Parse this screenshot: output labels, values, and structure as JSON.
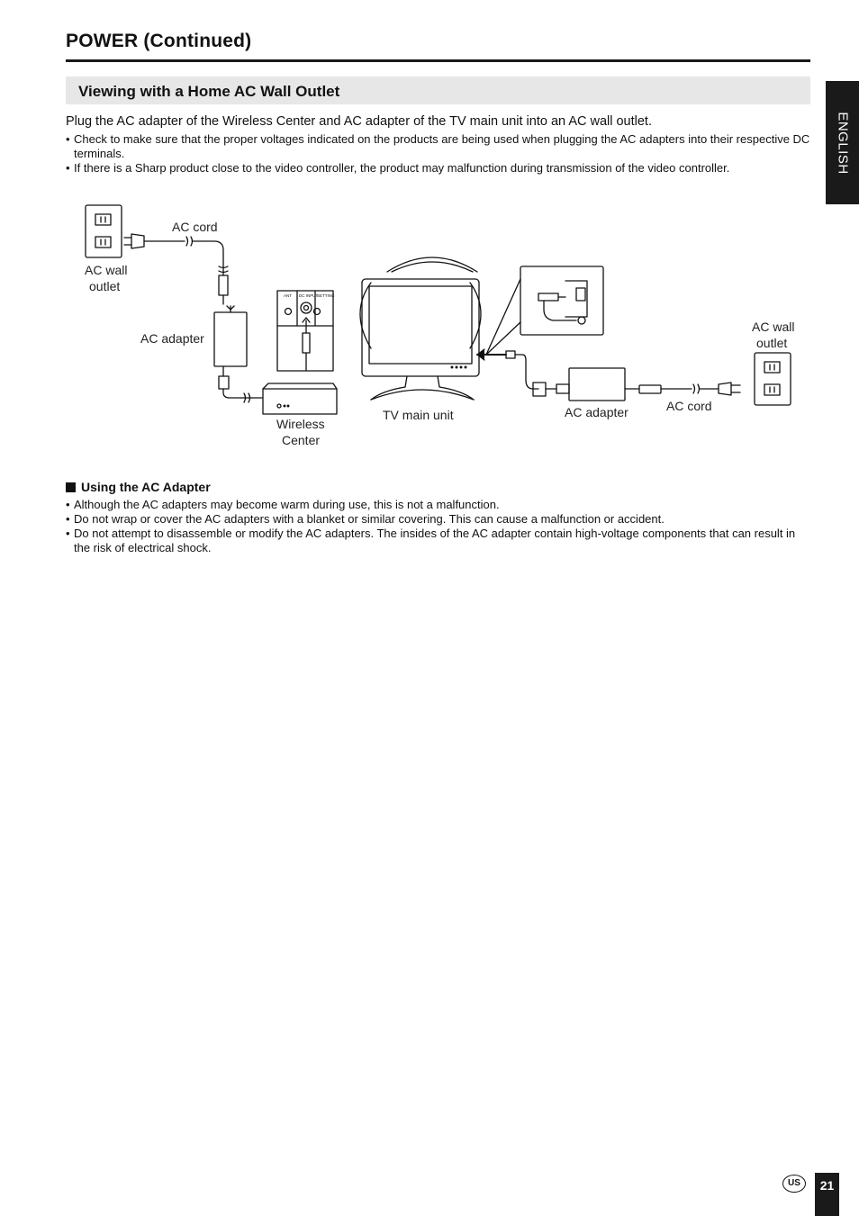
{
  "header": {
    "title": "POWER (Continued)"
  },
  "section": {
    "heading": "Viewing with a Home AC Wall Outlet"
  },
  "side_tab": {
    "label": "ENGLISH"
  },
  "intro": "Plug the AC adapter of the Wireless Center and AC adapter of the TV main unit into an AC wall outlet.",
  "notes": [
    "Check to make sure that the proper voltages indicated on the products are being used when plugging the AC adapters into their respective DC terminals.",
    "If there is a Sharp product close to the video controller, the product may malfunction during transmission of the video controller."
  ],
  "diagram": {
    "labels": {
      "ac_cord_left": "AC cord",
      "ac_wall_outlet_left": [
        "AC wall",
        "outlet"
      ],
      "ac_adapter_left": "AC adapter",
      "wireless_center": [
        "Wireless",
        "Center"
      ],
      "tv_main_unit": "TV main unit",
      "ac_adapter_right": "AC adapter",
      "ac_cord_right": "AC cord",
      "ac_wall_outlet_right": [
        "AC wall",
        "outlet"
      ]
    },
    "panel_labels": [
      "ANT",
      "DC INPUT",
      "SETTING"
    ]
  },
  "using_adapter": {
    "heading": "Using the AC Adapter",
    "items": [
      "Although the AC adapters may become warm during use, this is not a malfunction.",
      "Do not wrap or cover the AC adapters with a blanket or similar covering. This can cause a malfunction or accident.",
      "Do not attempt to disassemble or modify the AC adapters. The insides of the AC adapter contain high-voltage components that can result in the risk of electrical shock."
    ]
  },
  "footer": {
    "region": "US",
    "page_number": "21"
  }
}
